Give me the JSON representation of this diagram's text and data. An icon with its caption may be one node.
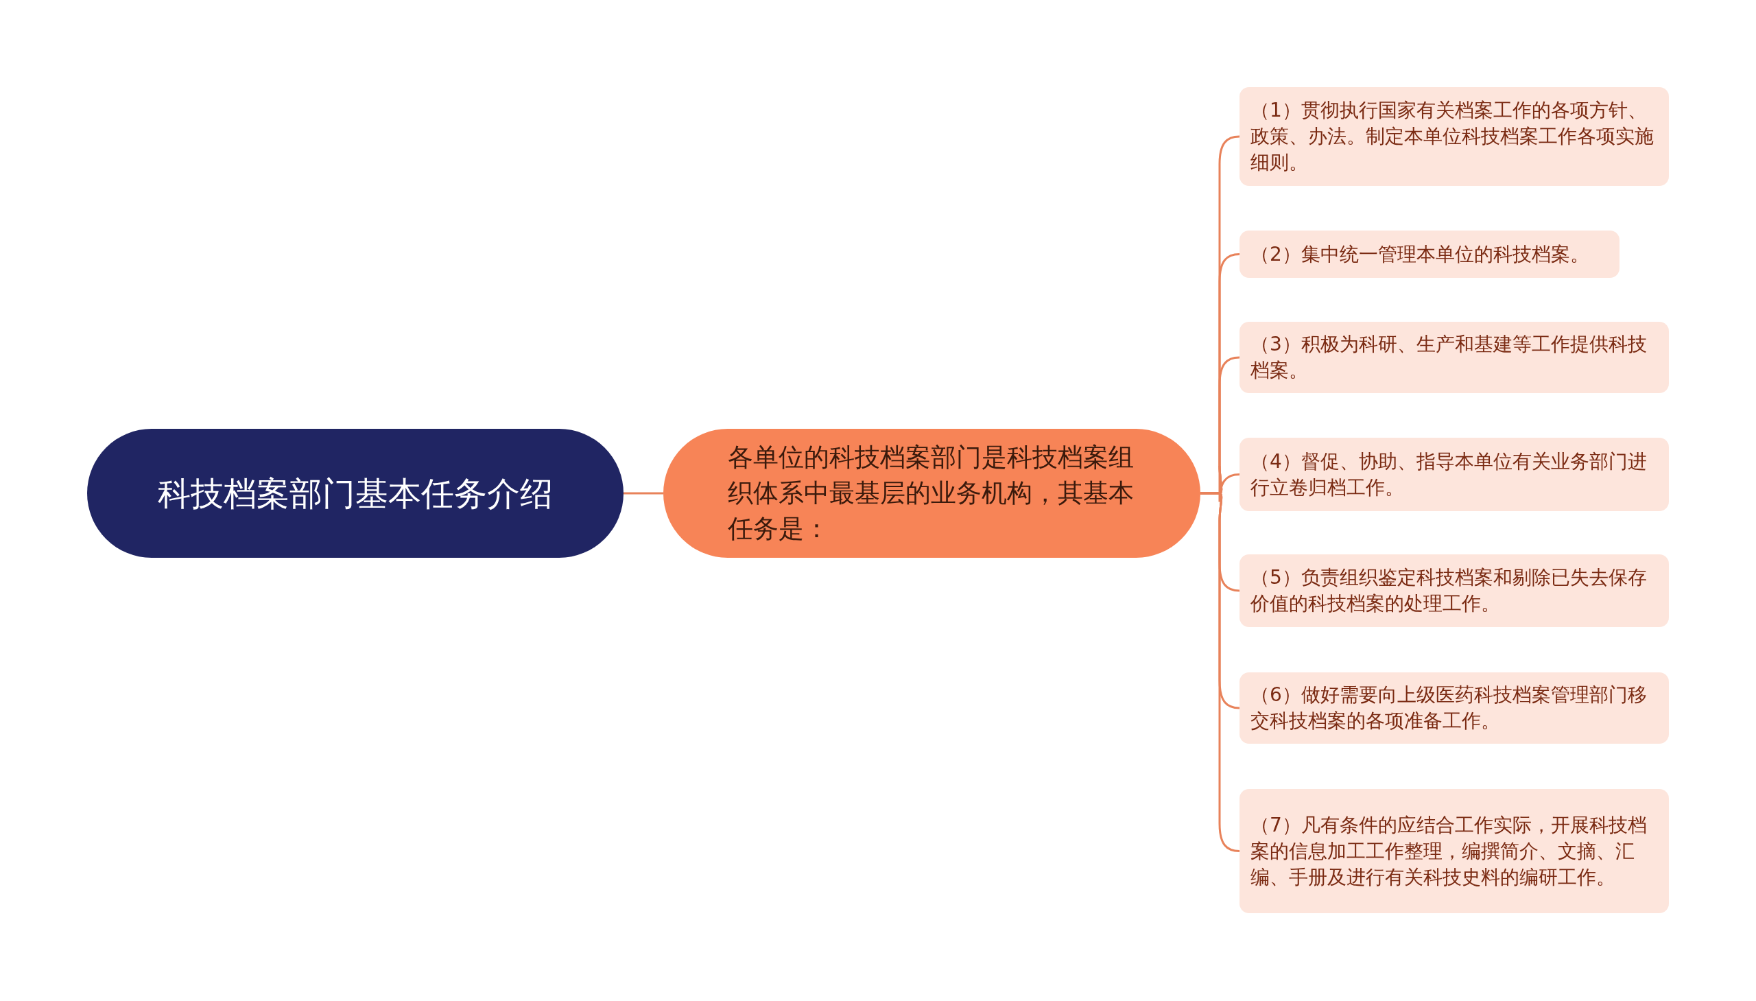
{
  "diagram": {
    "nodes": [
      {
        "text": [
          "科技档案部门基本任务介绍"
        ]
      },
      {
        "text": [
          "各单位的科技档案部门是科技档案组织体系中最基层的业务机构，其基本任务是："
        ]
      },
      {
        "text": [
          "（1）贯彻执行国家有关档案工作的各项方针、政策、办法。制定本单位科技档案工作各项实施细则。"
        ]
      },
      {
        "text": [
          "（2）集中统一管理本单位的科技档案。"
        ]
      },
      {
        "text": [
          "（3）积极为科研、生产和基建等工作提供科技档案。"
        ]
      },
      {
        "text": [
          "（4）督促、协助、指导本单位有关业务部门进行立卷归档工作。"
        ]
      },
      {
        "text": [
          "（5）负责组织鉴定科技档案和剔除已失去保存价值的科技档案的处理工作。"
        ]
      },
      {
        "text": [
          "（6）做好需要向上级医药科技档案管理部门移交科技档案的各项准备工作。"
        ]
      },
      {
        "text": [
          "（7）凡有条件的应结合工作实际，开展科技档案的信息加工工作整理，编撰简介、文摘、汇编、手册及进行有关科技史料的编研工作。"
        ]
      }
    ],
    "edges": [
      {
        "from": 0,
        "to": 1,
        "arrow": "none"
      },
      {
        "from": 1,
        "to": 2,
        "arrow": "none"
      },
      {
        "from": 1,
        "to": 3,
        "arrow": "none"
      },
      {
        "from": 1,
        "to": 4,
        "arrow": "none"
      },
      {
        "from": 1,
        "to": 5,
        "arrow": "none"
      },
      {
        "from": 1,
        "to": 6,
        "arrow": "none"
      },
      {
        "from": 1,
        "to": 7,
        "arrow": "none"
      },
      {
        "from": 1,
        "to": 8,
        "arrow": "none"
      }
    ]
  }
}
